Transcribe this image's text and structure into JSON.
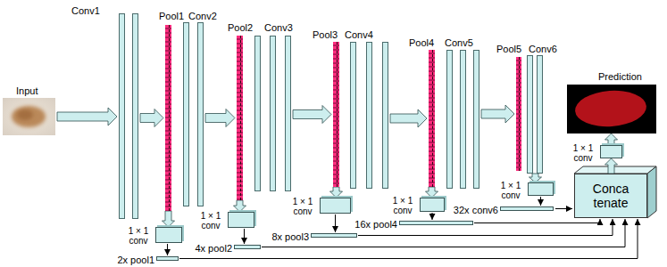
{
  "diagram": {
    "nodes": [
      {
        "text": [
          "Input"
        ]
      },
      {
        "text": [
          "Conv1"
        ]
      },
      {
        "text": [
          "Pool1"
        ]
      },
      {
        "text": [
          "Conv2"
        ]
      },
      {
        "text": [
          "Pool2"
        ]
      },
      {
        "text": [
          "Conv3"
        ]
      },
      {
        "text": [
          "Pool3"
        ]
      },
      {
        "text": [
          "Conv4"
        ]
      },
      {
        "text": [
          "Pool4"
        ]
      },
      {
        "text": [
          "Conv5"
        ]
      },
      {
        "text": [
          "Pool5"
        ]
      },
      {
        "text": [
          "Conv6"
        ]
      },
      {
        "text": [
          "1 × 1 conv"
        ]
      },
      {
        "text": [
          "2x pool1"
        ]
      },
      {
        "text": [
          "1 × 1 conv"
        ]
      },
      {
        "text": [
          "4x pool2"
        ]
      },
      {
        "text": [
          "1 × 1 conv"
        ]
      },
      {
        "text": [
          "8x pool3"
        ]
      },
      {
        "text": [
          "1 × 1 conv"
        ]
      },
      {
        "text": [
          "16x pool4"
        ]
      },
      {
        "text": [
          "1 × 1 conv"
        ]
      },
      {
        "text": [
          "32x conv6"
        ]
      },
      {
        "text": [
          "Conca tenate"
        ]
      },
      {
        "text": [
          "1 × 1 conv"
        ]
      },
      {
        "text": [
          "Prediction"
        ]
      }
    ],
    "edges": [
      {
        "from": 0,
        "to": 1,
        "arrow": "to"
      },
      {
        "from": 1,
        "to": 2,
        "arrow": "to"
      },
      {
        "from": 3,
        "to": 4,
        "arrow": "to"
      },
      {
        "from": 5,
        "to": 6,
        "arrow": "to"
      },
      {
        "from": 7,
        "to": 8,
        "arrow": "to"
      },
      {
        "from": 9,
        "to": 10,
        "arrow": "to"
      },
      {
        "from": 2,
        "to": 12,
        "arrow": "to"
      },
      {
        "from": 12,
        "to": 13,
        "arrow": "to"
      },
      {
        "from": 4,
        "to": 14,
        "arrow": "to"
      },
      {
        "from": 14,
        "to": 15,
        "arrow": "to"
      },
      {
        "from": 6,
        "to": 16,
        "arrow": "to"
      },
      {
        "from": 16,
        "to": 17,
        "arrow": "to"
      },
      {
        "from": 8,
        "to": 18,
        "arrow": "to"
      },
      {
        "from": 18,
        "to": 19,
        "arrow": "to"
      },
      {
        "from": 11,
        "to": 20,
        "arrow": "to"
      },
      {
        "from": 20,
        "to": 21,
        "arrow": "to"
      },
      {
        "from": 19,
        "to": 22,
        "arrow": "to"
      },
      {
        "from": 17,
        "to": 22,
        "arrow": "to"
      },
      {
        "from": 15,
        "to": 22,
        "arrow": "to"
      },
      {
        "from": 13,
        "to": 22,
        "arrow": "to"
      },
      {
        "from": 21,
        "to": 22,
        "arrow": "to"
      },
      {
        "from": 22,
        "to": 23,
        "arrow": "to"
      },
      {
        "from": 23,
        "to": 24,
        "arrow": "to"
      }
    ]
  }
}
